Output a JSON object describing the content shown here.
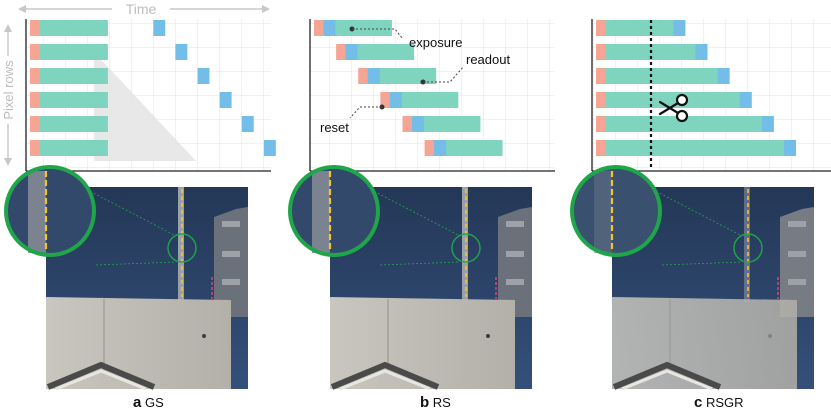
{
  "axes": {
    "time_label": "Time",
    "rows_label": "Pixel rows"
  },
  "panels": [
    {
      "letter": "a",
      "label": "GS",
      "rows": [
        {
          "reset_start": 0,
          "exposure": 4.3,
          "readout_start": 7.8
        },
        {
          "reset_start": 0,
          "exposure": 4.3,
          "readout_start": 9.2
        },
        {
          "reset_start": 0,
          "exposure": 4.3,
          "readout_start": 10.6
        },
        {
          "reset_start": 0,
          "exposure": 4.3,
          "readout_start": 12.0
        },
        {
          "reset_start": 0,
          "exposure": 4.3,
          "readout_start": 13.4
        },
        {
          "reset_start": 0,
          "exposure": 4.3,
          "readout_start": 14.8
        }
      ],
      "annotations": []
    },
    {
      "letter": "b",
      "label": "RS",
      "rows": [
        {
          "reset_start": 0.0,
          "exposure": 4.3,
          "readout_start": 0.6
        },
        {
          "reset_start": 1.4,
          "exposure": 4.3,
          "readout_start": 2.0
        },
        {
          "reset_start": 2.8,
          "exposure": 4.3,
          "readout_start": 3.4
        },
        {
          "reset_start": 4.2,
          "exposure": 4.3,
          "readout_start": 4.8
        },
        {
          "reset_start": 5.6,
          "exposure": 4.3,
          "readout_start": 6.2
        },
        {
          "reset_start": 7.0,
          "exposure": 4.3,
          "readout_start": 7.6
        }
      ],
      "annotations": [
        "exposure",
        "readout",
        "reset"
      ]
    },
    {
      "letter": "c",
      "label": "RSGR",
      "rows": [
        {
          "reset_start": 0,
          "exposure": 4.3,
          "readout_start": 4.9
        },
        {
          "reset_start": 0,
          "exposure": 5.7,
          "readout_start": 6.3
        },
        {
          "reset_start": 0,
          "exposure": 7.1,
          "readout_start": 7.7
        },
        {
          "reset_start": 0,
          "exposure": 8.5,
          "readout_start": 9.1
        },
        {
          "reset_start": 0,
          "exposure": 9.9,
          "readout_start": 10.5
        },
        {
          "reset_start": 0,
          "exposure": 11.3,
          "readout_start": 11.9
        }
      ],
      "annotations": [
        "scissors-icon"
      ]
    }
  ],
  "colors": {
    "reset": "#f4a593",
    "exposure": "#7fd4bf",
    "readout": "#74bde8",
    "photo_sky": "#2c4264",
    "magnifier_ring": "#1fa64a",
    "line_yellow": "#f4c430",
    "line_pink": "#e0457b"
  }
}
